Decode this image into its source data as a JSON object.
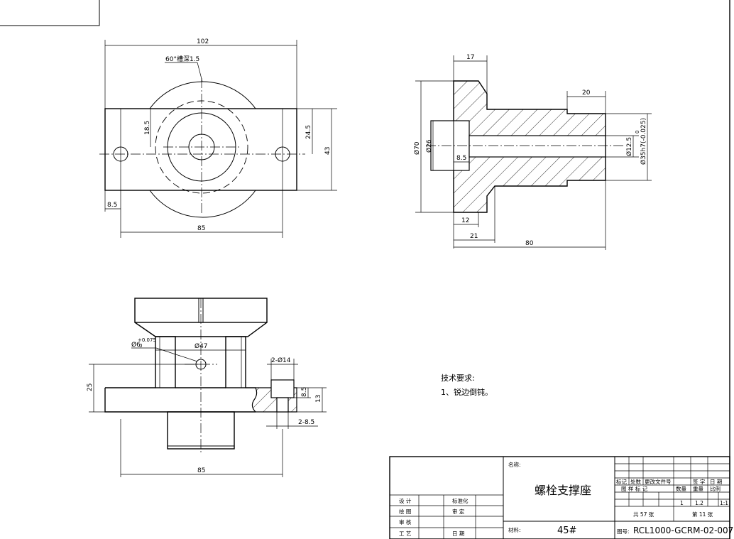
{
  "top_view": {
    "dims": {
      "overall_width": "102",
      "groove_note": "60°槽深1.5",
      "height_18_5": "18.5",
      "height_24_5": "24.5",
      "height_43": "43",
      "offset_8_5": "8.5",
      "hole_spacing": "85"
    }
  },
  "side_view": {
    "dims": {
      "flange_width_17": "17",
      "step_20": "20",
      "dia_70": "Ø70",
      "dia_26": "Ø26",
      "depth_8_5": "8.5",
      "dia_12_5": "Ø12.5",
      "dia_35_tol": "Ø35h7(-0.025)",
      "tol_upper": "0",
      "len_12": "12",
      "len_21": "21",
      "len_80": "80"
    }
  },
  "front_view": {
    "dims": {
      "pin_hole": "Ø6",
      "pin_tol_upper": "+0.075",
      "pin_tol_lower": "0",
      "dia_47": "Ø47",
      "two_holes": "2-Ø14",
      "height_25": "25",
      "depth_8_5": "8.5",
      "height_13": "13",
      "counterbore": "2-8.5",
      "width_85": "85"
    }
  },
  "notes": {
    "heading": "技术要求:",
    "item1": "1、锐边倒钝。"
  },
  "title_block": {
    "name_label": "名称:",
    "part_name": "螺栓支撑座",
    "material_label": "材料:",
    "material": "45#",
    "drawing_no_label": "图号:",
    "drawing_no": "RCL1000-GCRM-02-007",
    "roles": [
      "设 计",
      "绘 图",
      "审 核",
      "工 艺"
    ],
    "roles_right": [
      "标准化",
      "审 定",
      "",
      "日 期"
    ],
    "rev_headers": [
      "标记",
      "处数",
      "更改文件号",
      "签 字",
      "日 期"
    ],
    "sheet_headers": [
      "图 样 标 记",
      "数量",
      "重量",
      "比例"
    ],
    "sheet_values": [
      "1",
      "1.2",
      "1:1"
    ],
    "total_sheets": "共 57 张",
    "sheet_no": "第 11 张"
  }
}
